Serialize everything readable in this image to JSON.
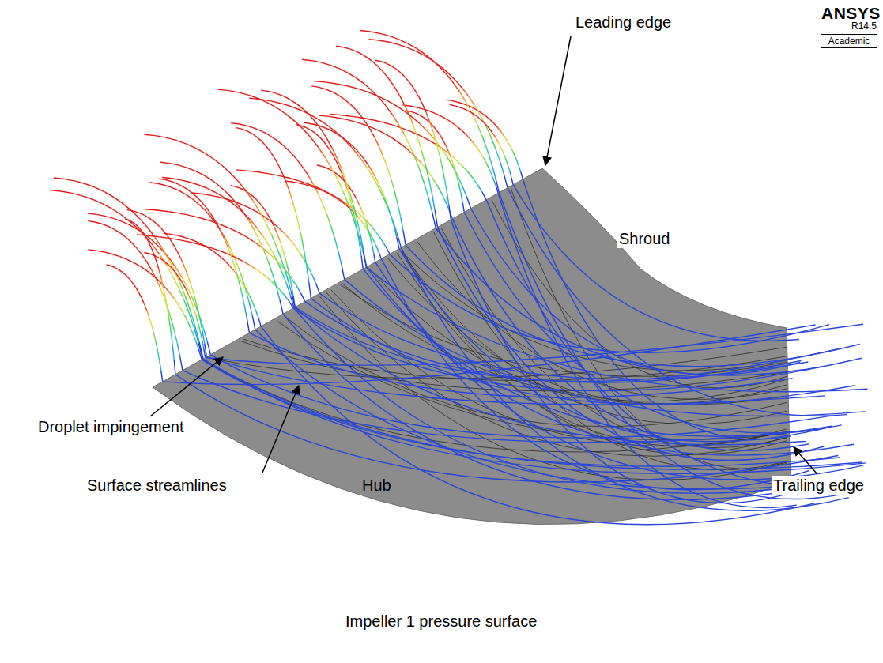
{
  "diagram": {
    "caption": "Impeller 1 pressure surface",
    "labels": [
      "ANSYS",
      "R14.5",
      "Academic",
      "Leading edge",
      "Shroud",
      "Droplet impingement",
      "Surface streamlines",
      "Hub",
      "Trailing edge"
    ]
  }
}
